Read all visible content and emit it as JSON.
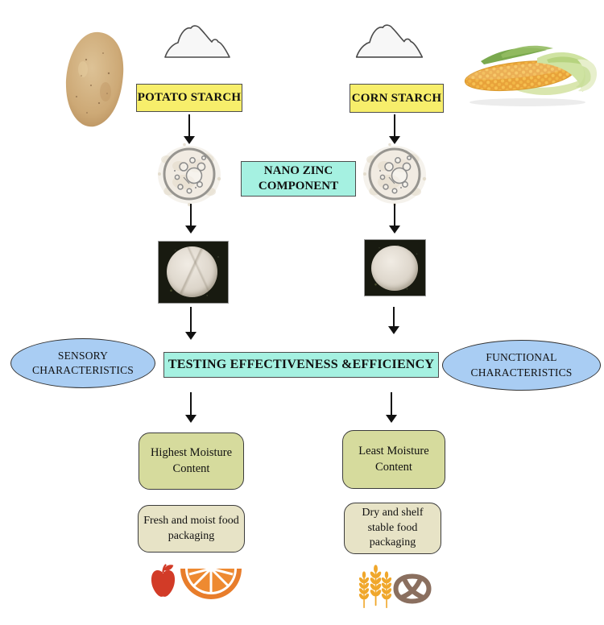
{
  "figure": {
    "type": "flowchart",
    "columns": {
      "left": {
        "source": "POTATO STARCH",
        "result": "Highest Moisture Content",
        "application": "Fresh and moist food packaging"
      },
      "right": {
        "source": "CORN STARCH",
        "result": "Least Moisture Content",
        "application": "Dry and shelf stable food packaging"
      }
    },
    "center": {
      "nano_zinc": "NANO ZINC COMPONENT",
      "testing": "TESTING EFFECTIVENESS &EFFICIENCY"
    },
    "sides": {
      "sensory": "SENSORY CHARACTERISTICS",
      "functional": "FUNCTIONAL CHARACTERISTICS"
    },
    "icons": {
      "top_left": "potato-photo",
      "top_right": "corn-cob-photo",
      "powder_piles": "starch-powder-mound",
      "micrographs": "starch-nanocomposite-micrograph",
      "film_photos": "starch-film-disc-photo",
      "fresh_food_icons": [
        "apple-icon",
        "orange-slice-icon"
      ],
      "dry_food_icons": [
        "wheat-icon",
        "pretzel-icon"
      ]
    },
    "colors": {
      "starch_box_yellow": "#f7ee6b",
      "process_box_turquoise": "#a5f1e1",
      "characteristics_ellipse_blue": "#a9cdf3",
      "result_box_green": "#d6db9d",
      "application_box_tan": "#e7e3c6",
      "arrow_black": "#111111",
      "apple_red": "#d23b27",
      "orange_slice": "#e87d2b",
      "wheat_gold": "#f0a72b",
      "pretzel_brown": "#8a6f5f"
    }
  }
}
